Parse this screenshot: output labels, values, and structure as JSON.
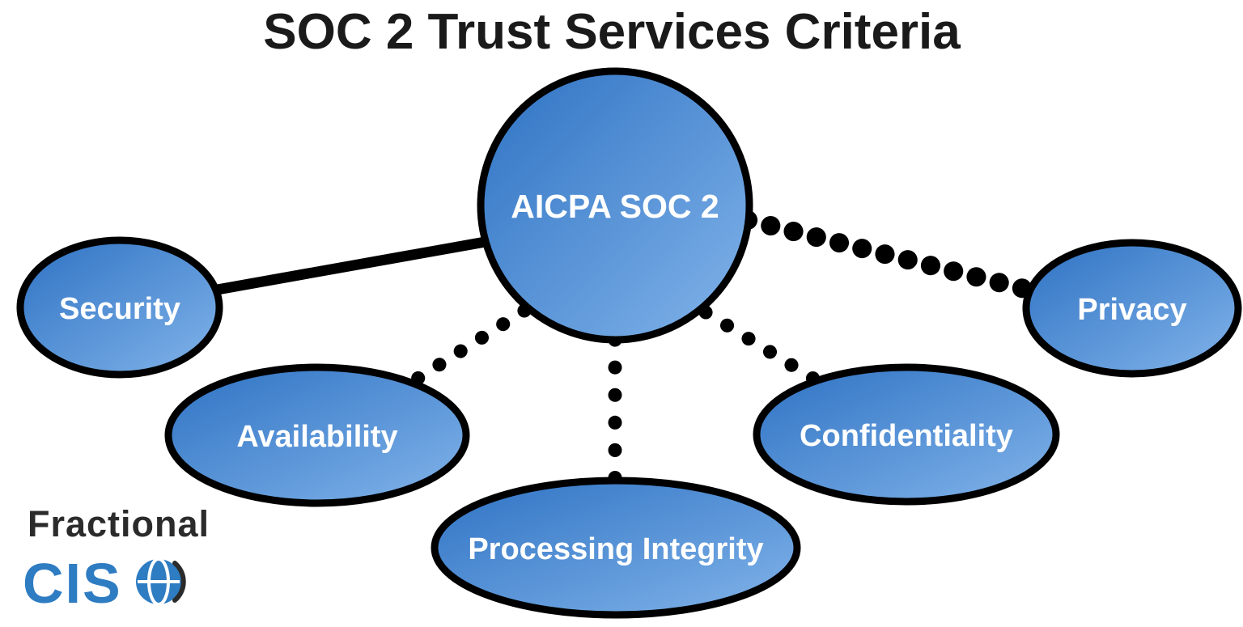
{
  "title": "SOC 2 Trust Services Criteria",
  "diagram": {
    "center": {
      "label": "AICPA SOC 2"
    },
    "nodes": [
      {
        "id": "security",
        "label": "Security",
        "connector_style": "solid"
      },
      {
        "id": "availability",
        "label": "Availability",
        "connector_style": "dotted"
      },
      {
        "id": "processing-integrity",
        "label": "Processing Integrity",
        "connector_style": "dotted"
      },
      {
        "id": "confidentiality",
        "label": "Confidentiality",
        "connector_style": "dotted"
      },
      {
        "id": "privacy",
        "label": "Privacy",
        "connector_style": "beaded"
      }
    ]
  },
  "logo": {
    "full_name": "Fractional CISO",
    "line1": "Fractional",
    "line2": "CISO",
    "line2_prefix": "CIS"
  },
  "colors": {
    "node_gradient_start": "#2e72c3",
    "node_gradient_end": "#82b4ea",
    "node_stroke": "#000000",
    "node_text": "#ffffff",
    "title_text": "#1a1a1a",
    "connector": "#000000",
    "logo_dark": "#2b2b2b",
    "logo_blue": "#2e7cc2"
  }
}
